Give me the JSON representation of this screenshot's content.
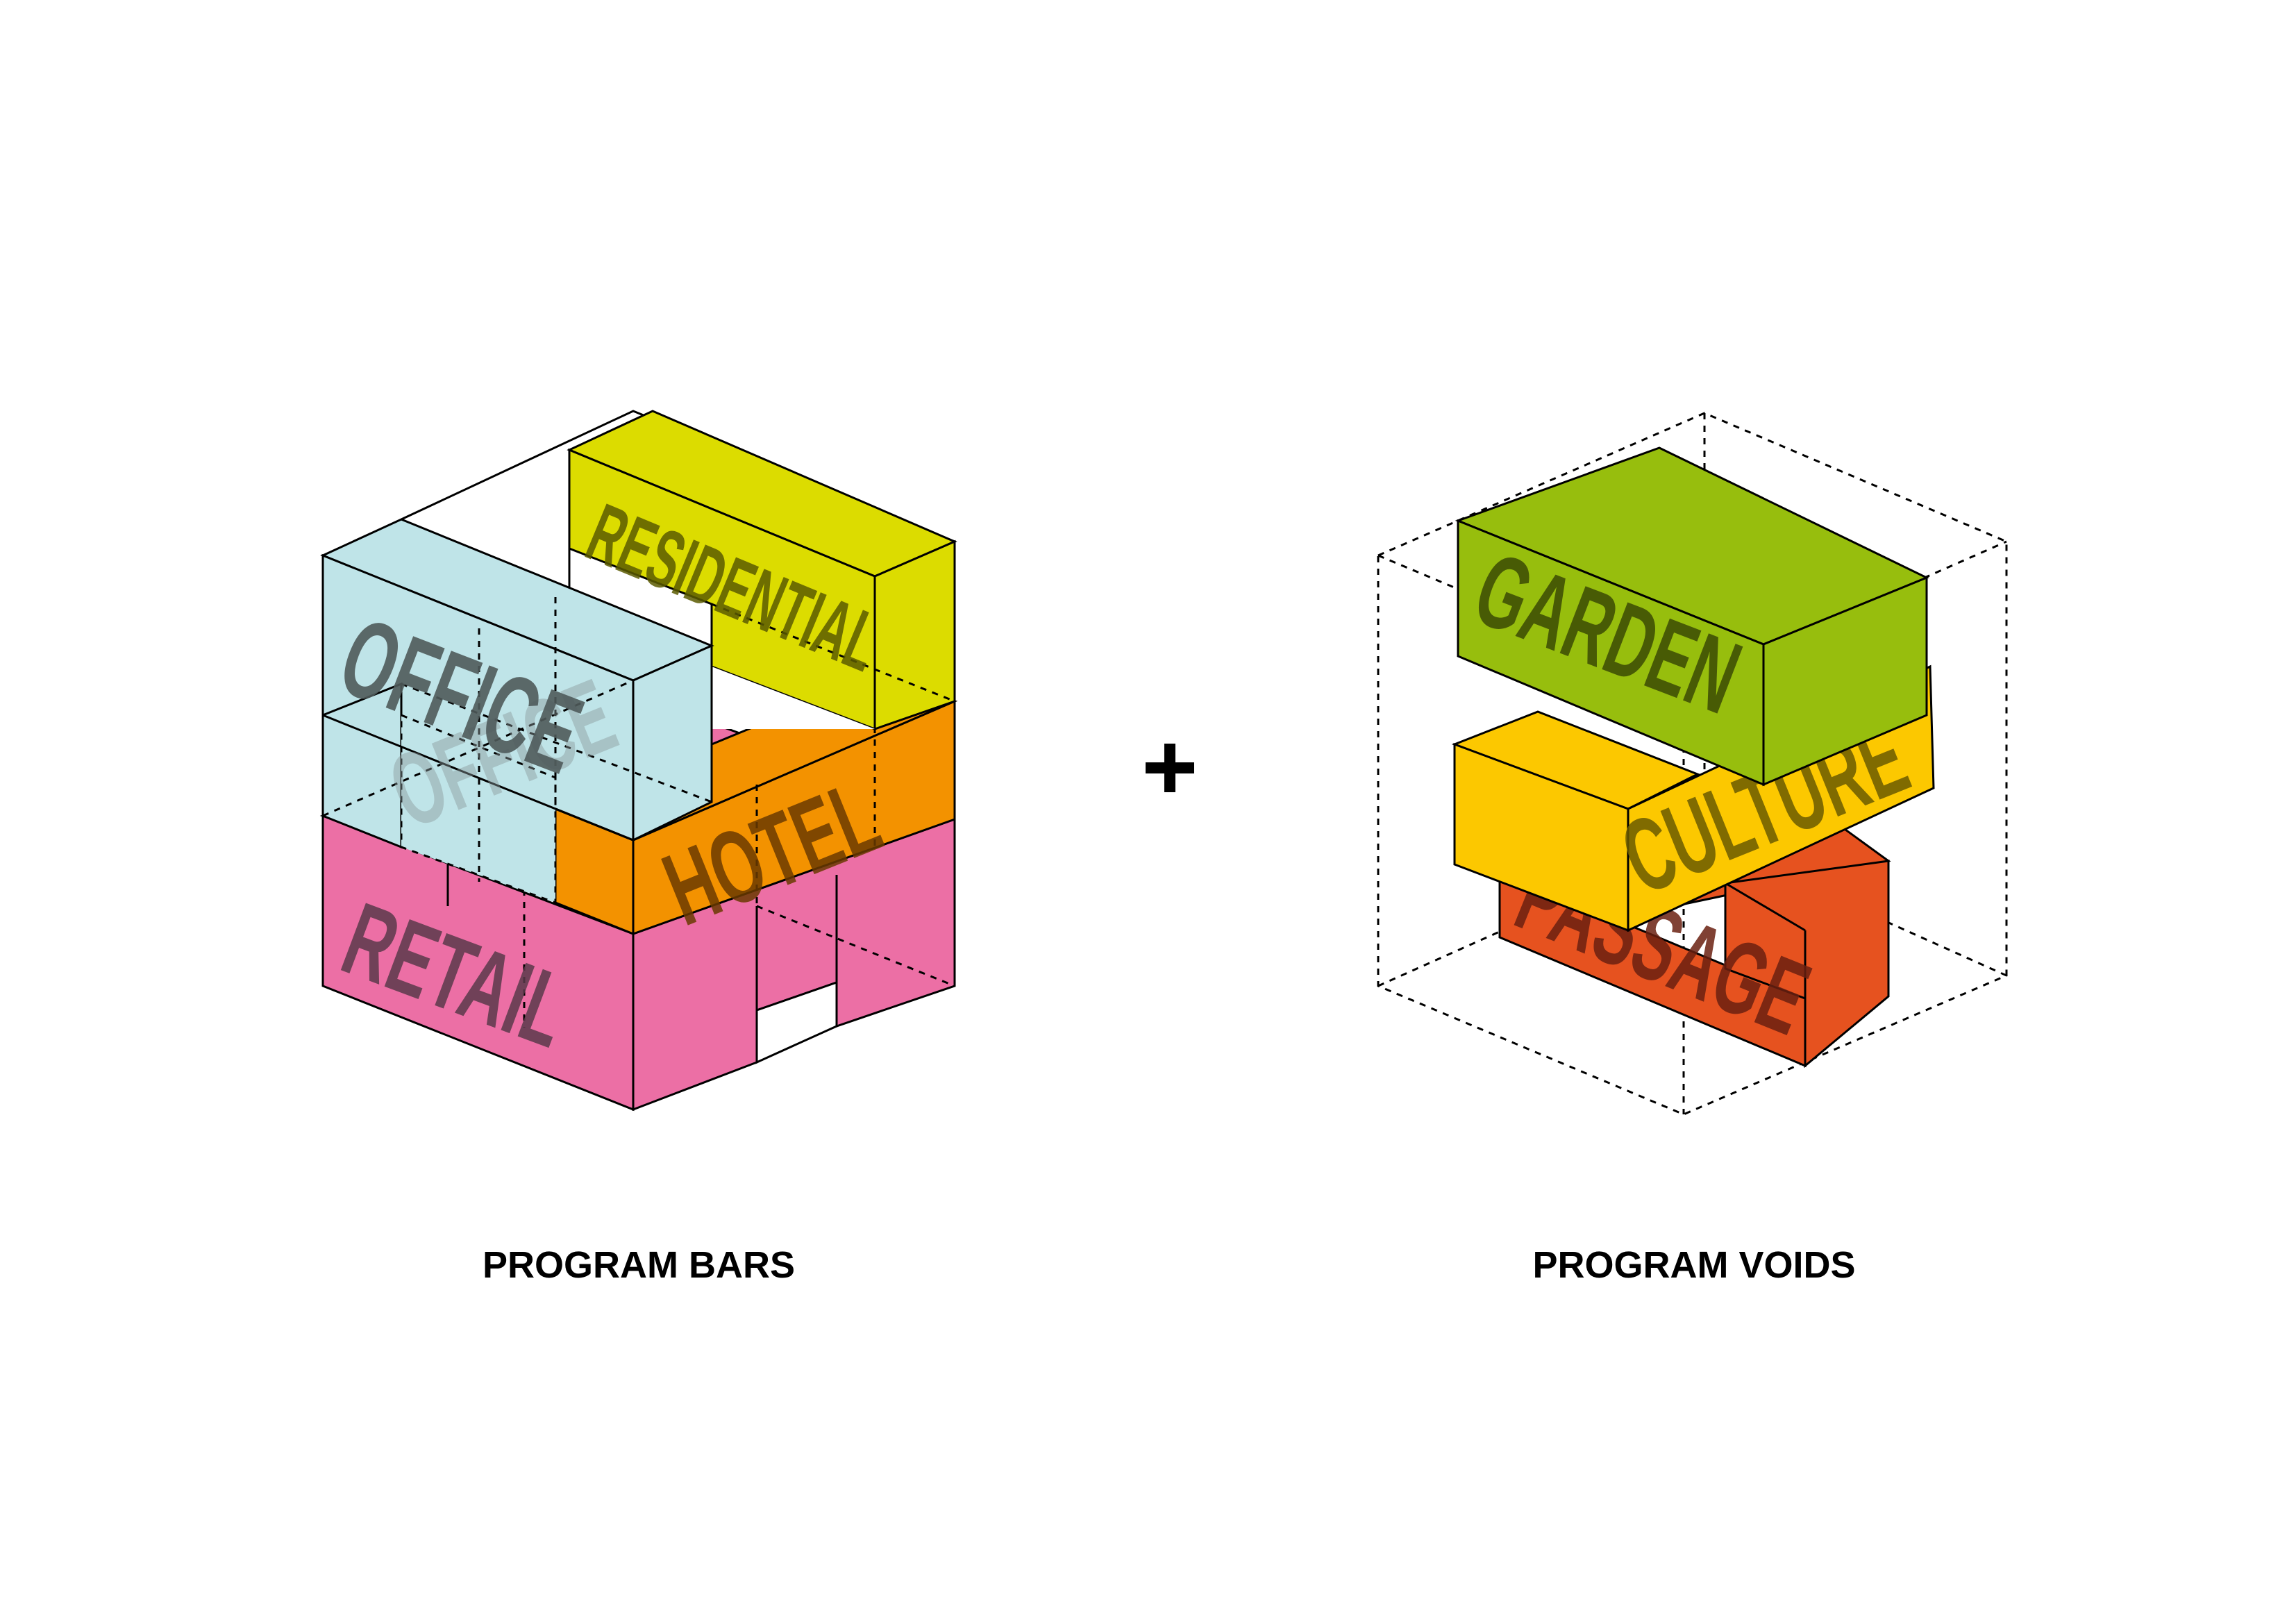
{
  "left_panel": {
    "caption": "PROGRAM BARS",
    "programs": {
      "residential": "RESIDENTIAL",
      "office": "OFFICE",
      "hotel": "HOTEL",
      "retail": "RETAIL"
    }
  },
  "operator": "+",
  "right_panel": {
    "caption": "PROGRAM VOIDS",
    "voids": {
      "garden": "GARDEN",
      "culture": "CULTURE",
      "passage": "PASSAGE"
    }
  },
  "colors": {
    "residential": "#dcdc00",
    "office": "#bfe4e8",
    "hotel": "#f39200",
    "retail": "#ec6fa5",
    "garden": "#97be0d",
    "culture": "#fcc800",
    "passage": "#e6521f",
    "label_text": "#555555"
  }
}
